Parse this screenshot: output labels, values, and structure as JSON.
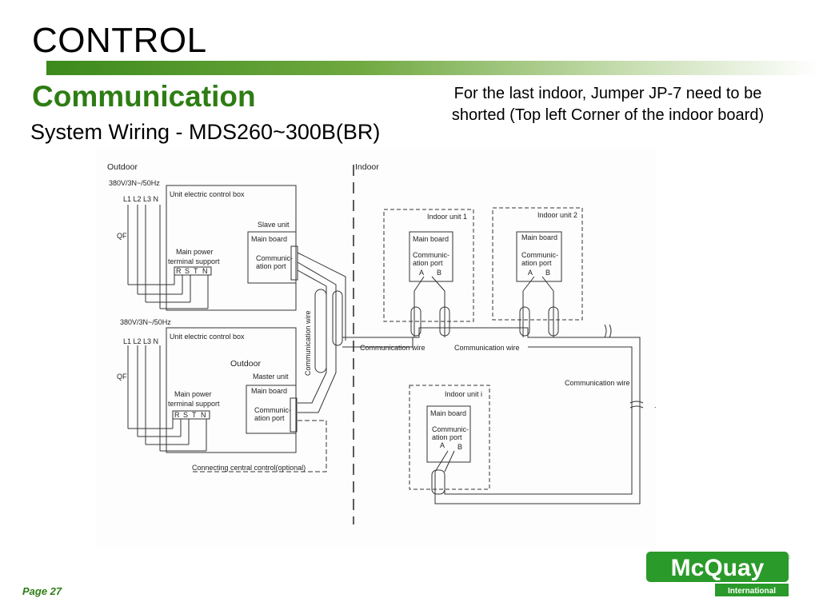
{
  "header": {
    "title": "CONTROL",
    "subtitle": "Communication",
    "section": "System Wiring - MDS260~300B(BR)"
  },
  "note": {
    "line1": "For the last indoor, Jumper JP-7 need to be",
    "line2": "shorted (Top left Corner of the indoor board)"
  },
  "diagram": {
    "outdoor": "Outdoor",
    "indoor": "Indoor",
    "supply": "380V/3N~/50Hz",
    "phases": "L1 L2 L3  N",
    "qf": "QF",
    "ecb": "Unit electric control box",
    "slave_unit": "Slave unit",
    "master_unit": "Master unit",
    "outdoor_label": "Outdoor",
    "main_board": "Main board",
    "comm_port_1": "Communic-",
    "comm_port_2": "ation port",
    "main_power_1": "Main power",
    "main_power_2": "terminal support",
    "terminals": [
      "R",
      "S",
      "T",
      "N"
    ],
    "comm_wire": "Communication wire",
    "indoor_unit_1": "Indoor unit 1",
    "indoor_unit_2": "Indoor unit 2",
    "indoor_unit_i": "Indoor unit i",
    "port_a": "A",
    "port_b": "B",
    "central_control": "Connecting central control(optional)",
    "ellipsis": "......"
  },
  "footer": {
    "page": "Page 27"
  },
  "logo": {
    "brand": "McQuay",
    "sub": "International",
    "reg": "®"
  },
  "colors": {
    "accent": "#2e7d14",
    "logo_green": "#2a9a2a"
  }
}
